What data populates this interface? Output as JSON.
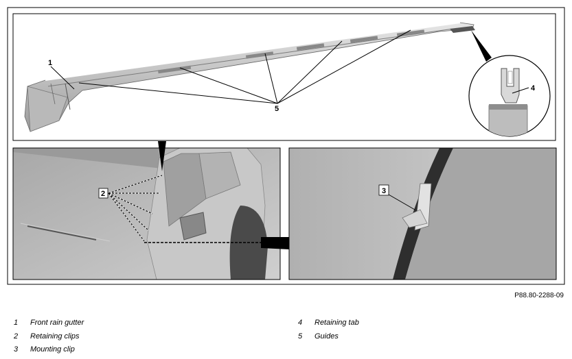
{
  "callouts": {
    "c1": "1",
    "c2": "2",
    "c3": "3",
    "c4": "4",
    "c5": "5"
  },
  "reference": "P88.80-2288-09",
  "legend": [
    {
      "num": "1",
      "label": "Front rain gutter"
    },
    {
      "num": "2",
      "label": "Retaining clips"
    },
    {
      "num": "3",
      "label": "Mounting clip"
    },
    {
      "num": "4",
      "label": "Retaining tab"
    },
    {
      "num": "5",
      "label": "Guides"
    }
  ]
}
